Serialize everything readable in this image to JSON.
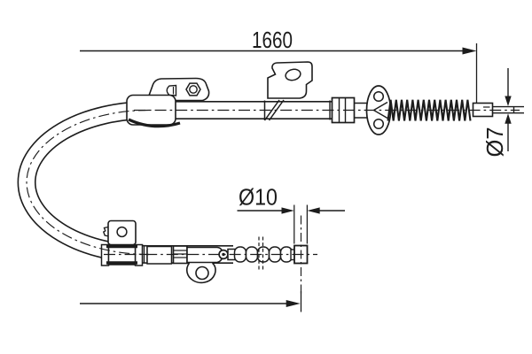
{
  "diagram": {
    "background_color": "#ffffff",
    "line_color": "#1c1c1c",
    "dimension_labels": {
      "overall_length": "1660",
      "end_rod_diameter": "Ø7",
      "end_fitting_diameter": "Ø10"
    }
  }
}
